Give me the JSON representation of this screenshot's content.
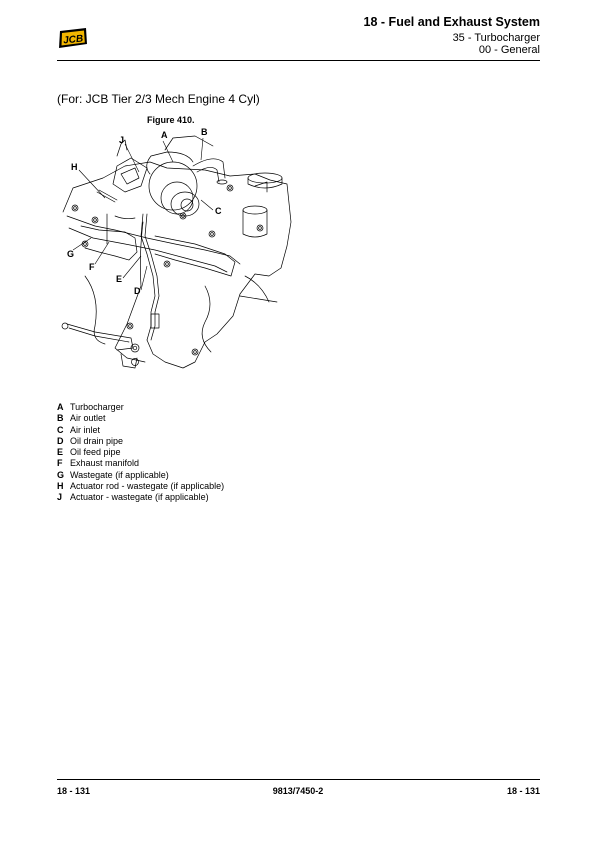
{
  "header": {
    "logo_text": "JCB",
    "section_title": "18 - Fuel and Exhaust System",
    "subsection": "35 - Turbocharger",
    "subsubsection": "00 - General"
  },
  "applicability": "(For: JCB Tier 2/3 Mech Engine 4 Cyl)",
  "figure": {
    "caption": "Figure 410.",
    "callouts": [
      {
        "key": "A"
      },
      {
        "key": "B"
      },
      {
        "key": "C"
      },
      {
        "key": "D"
      },
      {
        "key": "E"
      },
      {
        "key": "F"
      },
      {
        "key": "G"
      },
      {
        "key": "H"
      },
      {
        "key": "J"
      }
    ]
  },
  "legend": [
    {
      "key": "A",
      "text": "Turbocharger"
    },
    {
      "key": "B",
      "text": "Air outlet"
    },
    {
      "key": "C",
      "text": "Air inlet"
    },
    {
      "key": "D",
      "text": "Oil drain pipe"
    },
    {
      "key": "E",
      "text": "Oil feed pipe"
    },
    {
      "key": "F",
      "text": "Exhaust manifold"
    },
    {
      "key": "G",
      "text": "Wastegate (if applicable)"
    },
    {
      "key": "H",
      "text": "Actuator rod - wastegate (if applicable)"
    },
    {
      "key": "J",
      "text": "Actuator - wastegate (if applicable)"
    }
  ],
  "footer": {
    "page_left": "18 - 131",
    "doc_number": "9813/7450-2",
    "page_right": "18 - 131"
  }
}
